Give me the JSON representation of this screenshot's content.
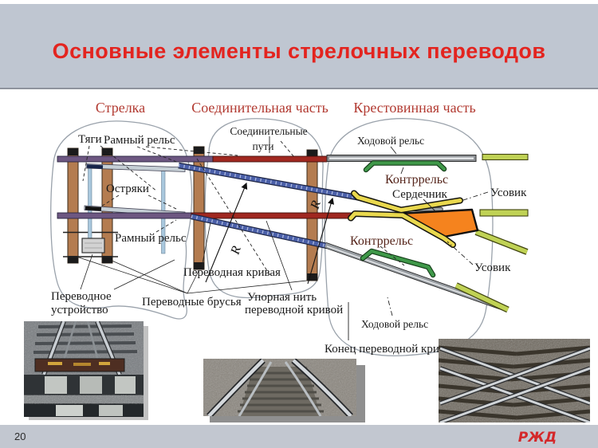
{
  "slide": {
    "title": "Основные элементы стрелочных переводов",
    "footer": {
      "page_number": "20",
      "logo_text": "РЖД"
    },
    "colors": {
      "header_bg": "#bfc6d1",
      "footer_bg": "#c2c7d0",
      "title_red": "#e3241f",
      "zone_title_red": "#b23a31",
      "logo_red": "#d4282a",
      "frog_core_orange": "#f5831e",
      "wing_yellow": "#e9d84e",
      "contre_rail_green": "#3f9849",
      "curve_rail_blue": "#4a5fa8",
      "frame_rail_purple": "#6d5781",
      "frame_rail_red": "#a02820"
    }
  },
  "diagram": {
    "zones": [
      {
        "title": "Стрелка"
      },
      {
        "title": "Соединительная часть"
      },
      {
        "title": "Крестовинная часть"
      }
    ],
    "labels": {
      "tyagi": "Тяги",
      "ramny_rels_top": "Рамный рельс",
      "ostryaki": "Остряки",
      "ramny_rels_bottom": "Рамный рельс",
      "soedinitelnye_puti_line1": "Соединительные",
      "soedinitelnye_puti_line2": "пути",
      "khodovoy_rels_top": "Ходовой рельс",
      "kontrrels_top": "Контррельс",
      "serdechnik": "Сердечник",
      "usovik_top": "Усовик",
      "kontrrels_bottom": "Контррельс",
      "usovik_bottom": "Усовик",
      "perevodnaya_krivaya": "Переводная кривая",
      "perevodnoe_ustroystvo_line1": "Переводное",
      "perevodnoe_ustroystvo_line2": "устройство",
      "perevodnye_brusya": "Переводные брусья",
      "upornaya_nit_line1": "Упорная нить",
      "upornaya_nit_line2": "переводной  кривой",
      "khodovoy_rels_bottom": "Ходовой рельс",
      "konets_perevodnoy_krivoy": "Конец переводной кривой",
      "radius_r1": "R",
      "radius_r2": "R"
    }
  }
}
